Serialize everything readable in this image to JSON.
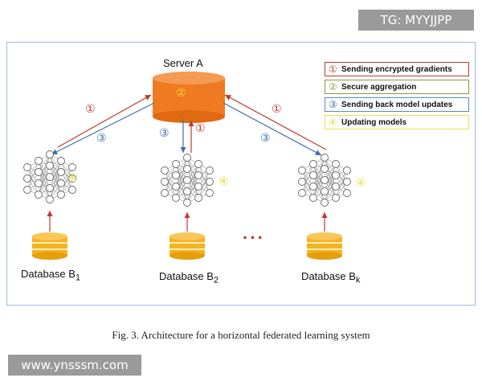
{
  "watermarks": {
    "top": "TG: MYYJJPP",
    "bottom": "www.ynsssm.com"
  },
  "server": {
    "label": "Server A",
    "step_marker": "②"
  },
  "legend": [
    {
      "marker": "①",
      "label": "Sending encrypted gradients"
    },
    {
      "marker": "②",
      "label": "Secure aggregation"
    },
    {
      "marker": "③",
      "label": "Sending back model updates"
    },
    {
      "marker": "④",
      "label": "Updating models"
    }
  ],
  "step_markers": {
    "send": "①",
    "sendback": "③",
    "update": "④"
  },
  "databases": [
    {
      "name": "Database B",
      "sub": "1"
    },
    {
      "name": "Database B",
      "sub": "2"
    },
    {
      "name": "Database B",
      "sub": "k"
    }
  ],
  "ellipsis": "···",
  "caption": "Fig. 3.  Architecture for a horizontal federated learning system",
  "colors": {
    "server": "#f07a22",
    "database": "#f5b31c",
    "send_arrow": "#c0392b",
    "return_arrow": "#3a6db0",
    "update_marker": "#e6de3c",
    "frame": "#9fb8d8"
  }
}
